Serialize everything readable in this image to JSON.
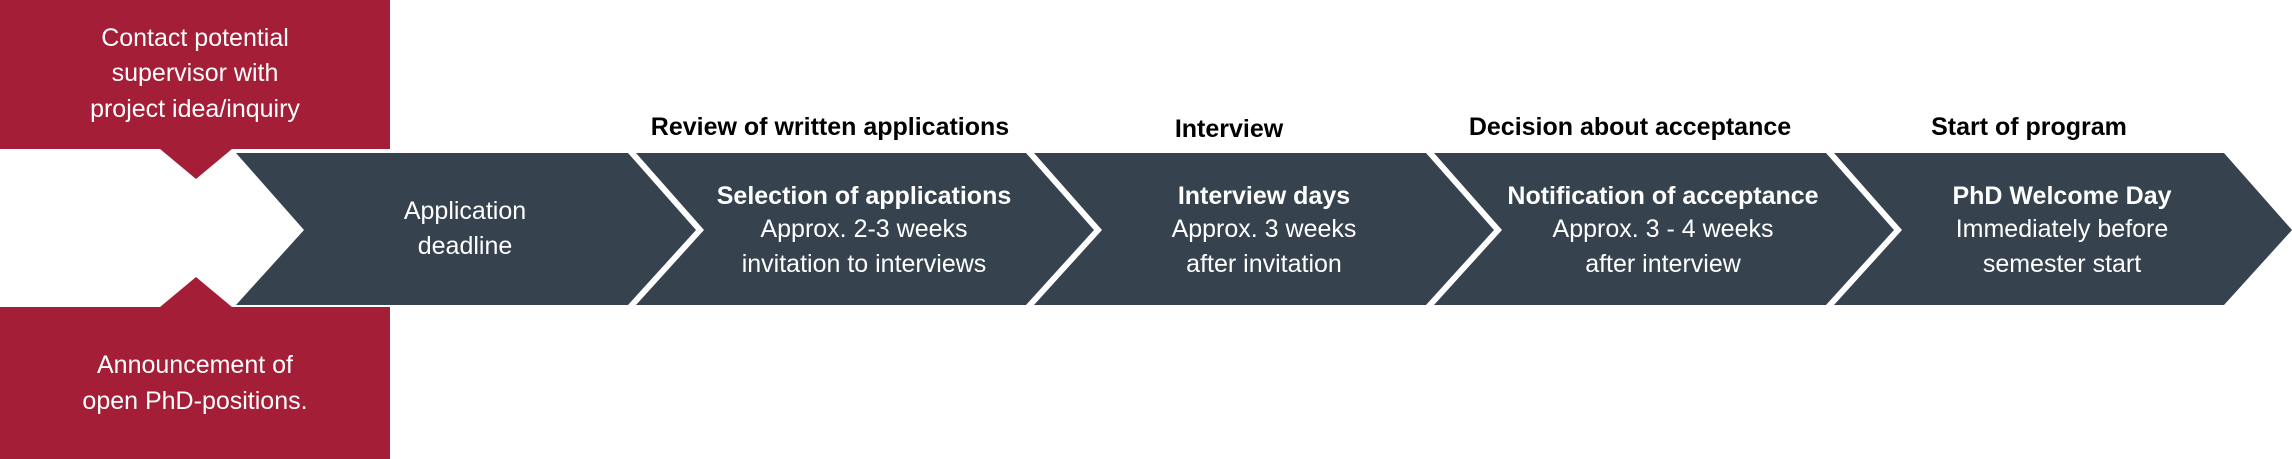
{
  "colors": {
    "red_box": "#A51E37",
    "chevron": "#36434E",
    "header": "#000000",
    "box_text": "#FFFFFF"
  },
  "top_box": {
    "lines": [
      "Contact potential",
      "supervisor with",
      "project idea/inquiry"
    ]
  },
  "bottom_box": {
    "lines": [
      "Announcement of",
      "open PhD-positions."
    ]
  },
  "stages": [
    {
      "header": "",
      "title": "",
      "lines": [
        "Application",
        "deadline"
      ]
    },
    {
      "header": "Review of written applications",
      "title": "Selection of applications",
      "lines": [
        "Approx. 2-3 weeks",
        "invitation to interviews"
      ]
    },
    {
      "header": "Interview",
      "title": "Interview days",
      "lines": [
        "Approx. 3 weeks",
        "after invitation"
      ]
    },
    {
      "header": "Decision about acceptance",
      "title": "Notification of acceptance",
      "lines": [
        "Approx. 3 - 4 weeks",
        "after interview"
      ]
    },
    {
      "header": "Start of program",
      "title": "PhD Welcome Day",
      "lines": [
        "Immediately before",
        "semester start"
      ]
    }
  ]
}
